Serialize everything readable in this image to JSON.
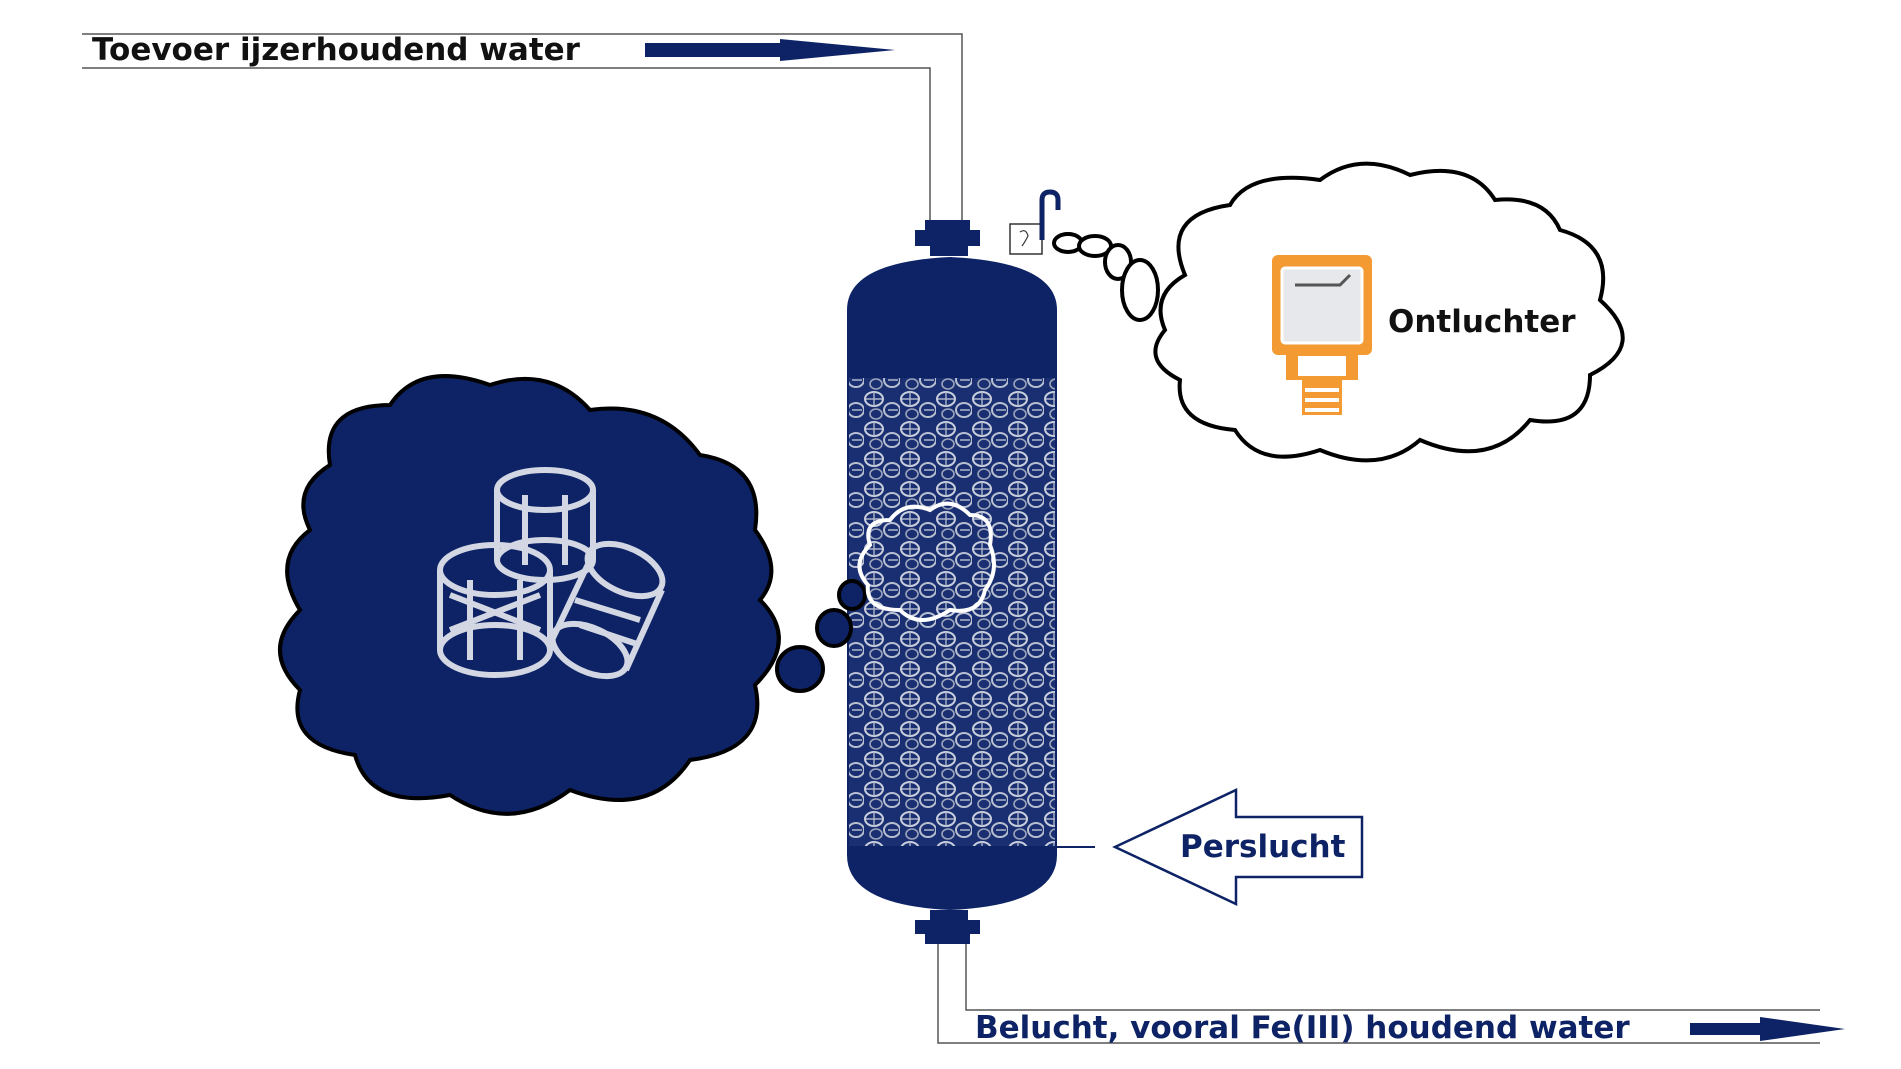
{
  "labels": {
    "inlet": "Toevoer ijzerhoudend water",
    "vent": "Ontluchter",
    "air": "Perslucht",
    "outlet": "Belucht, vooral Fe(III) houdend water"
  },
  "colors": {
    "vessel": "#0d2366",
    "dark_text": "#111111",
    "blue_text": "#0d2366",
    "arrow": "#0d2366",
    "valve_orange": "#f39a33",
    "ring": "#d9dde6"
  }
}
